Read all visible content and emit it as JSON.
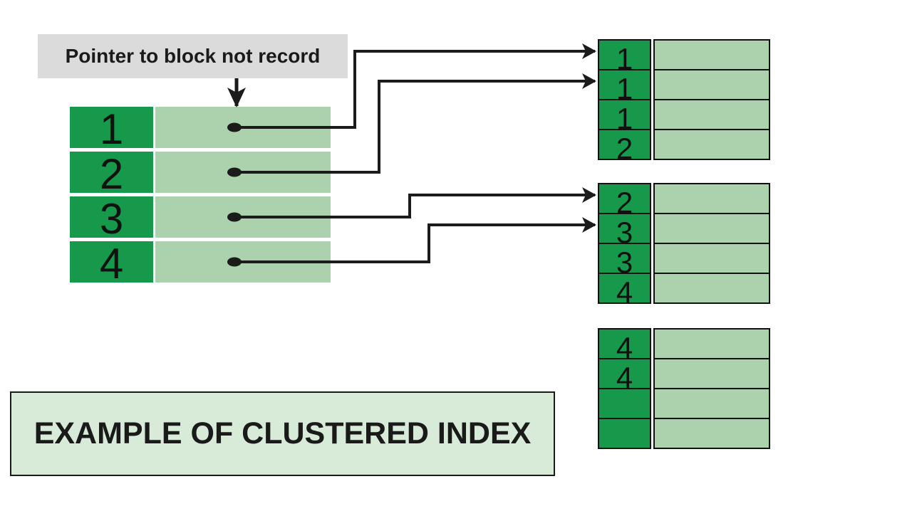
{
  "annotation": {
    "label": "Pointer to block not record"
  },
  "title": {
    "label": "EXAMPLE OF CLUSTERED INDEX"
  },
  "index_table": {
    "keys": [
      "1",
      "2",
      "3",
      "4"
    ]
  },
  "blocks": [
    {
      "keys": [
        "1",
        "1",
        "1",
        "2"
      ]
    },
    {
      "keys": [
        "2",
        "3",
        "3",
        "4"
      ]
    },
    {
      "keys": [
        "4",
        "4",
        "",
        ""
      ]
    }
  ],
  "connections": [
    {
      "from_index_row": 0,
      "to_block": 0,
      "to_row": 0
    },
    {
      "from_index_row": 1,
      "to_block": 0,
      "to_row": 1
    },
    {
      "from_index_row": 2,
      "to_block": 1,
      "to_row": 0
    },
    {
      "from_index_row": 3,
      "to_block": 1,
      "to_row": 1
    }
  ],
  "colors": {
    "key_green": "#16994a",
    "record_green": "#abd2ad",
    "title_bg": "#d8ead8",
    "annotation_bg": "#dbdbdb",
    "line": "#1b1b1b"
  }
}
